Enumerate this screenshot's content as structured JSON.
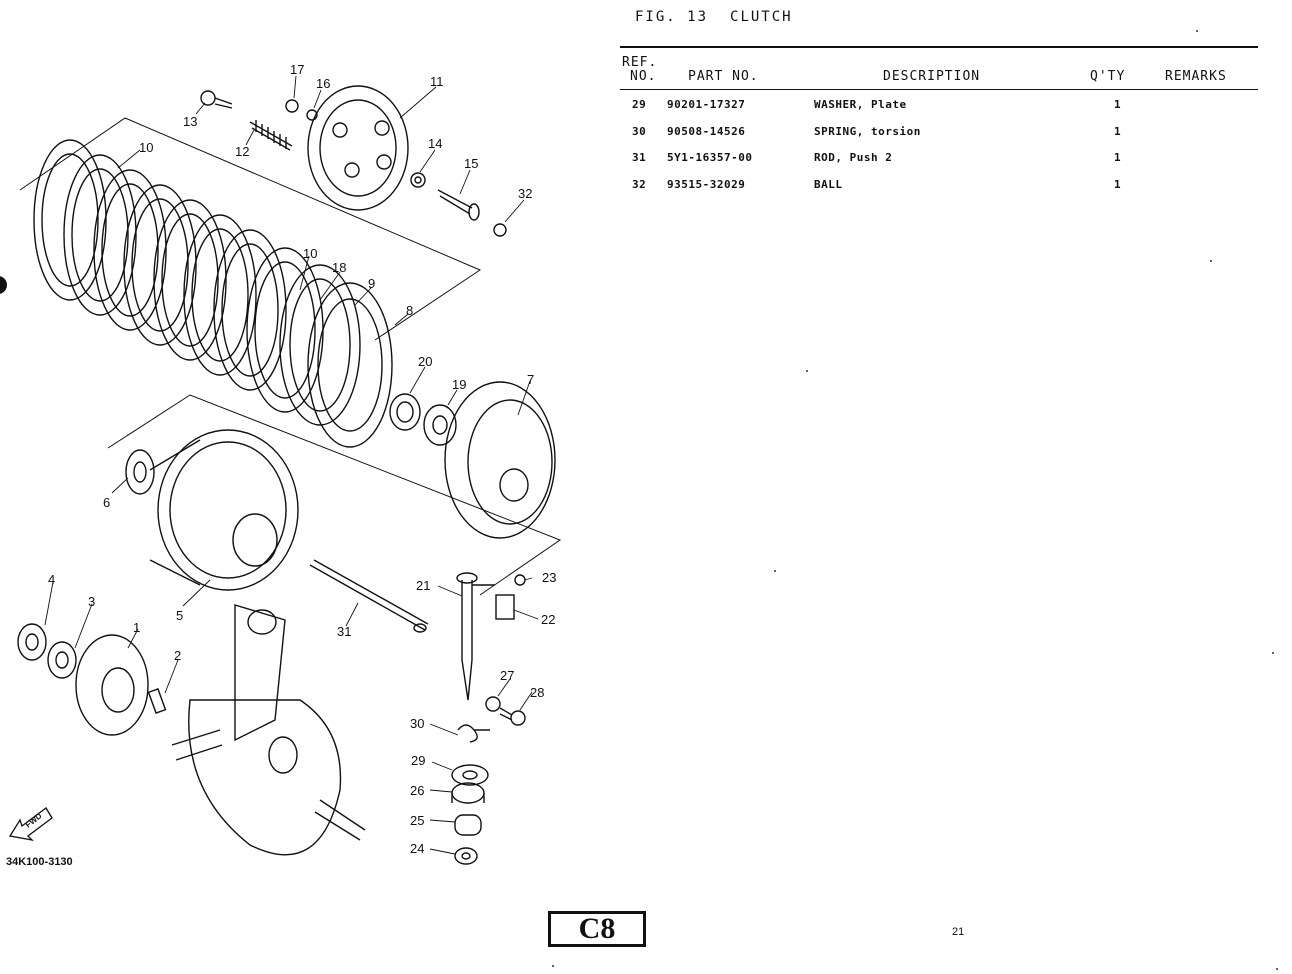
{
  "figure": {
    "number_label": "FIG. 13",
    "title": "CLUTCH"
  },
  "table": {
    "headers": {
      "ref_top": "REF.",
      "ref_bottom": "NO.",
      "part_no": "PART NO.",
      "description": "DESCRIPTION",
      "qty": "Q'TY",
      "remarks": "REMARKS"
    },
    "rows": [
      {
        "ref": "29",
        "part_no": "90201-17327",
        "description": "WASHER, Plate",
        "qty": "1",
        "remarks": ""
      },
      {
        "ref": "30",
        "part_no": "90508-14526",
        "description": "SPRING, torsion",
        "qty": "1",
        "remarks": ""
      },
      {
        "ref": "31",
        "part_no": "5Y1-16357-00",
        "description": "ROD, Push 2",
        "qty": "1",
        "remarks": ""
      },
      {
        "ref": "32",
        "part_no": "93515-32029",
        "description": "BALL",
        "qty": "1",
        "remarks": ""
      }
    ]
  },
  "diagram": {
    "callouts": [
      "1",
      "2",
      "3",
      "4",
      "5",
      "6",
      "7",
      "8",
      "9",
      "10",
      "10",
      "11",
      "12",
      "13",
      "14",
      "15",
      "16",
      "17",
      "18",
      "19",
      "20",
      "21",
      "22",
      "23",
      "24",
      "25",
      "26",
      "27",
      "28",
      "29",
      "30",
      "31",
      "32"
    ],
    "fwd_label": "FWD",
    "drawing_code": "34K100-3130"
  },
  "footer": {
    "section_code": "C8",
    "page_number": "21"
  }
}
